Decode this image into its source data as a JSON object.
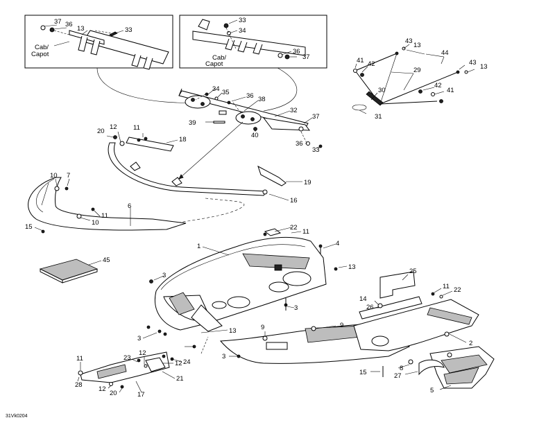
{
  "inset_left": {
    "caption_line1": "Cab/",
    "caption_line2": "Capot",
    "callouts": [
      "37",
      "36",
      "13",
      "33"
    ]
  },
  "inset_right": {
    "caption_line1": "Cab/",
    "caption_line2": "Capot",
    "callouts": [
      "33",
      "34",
      "36",
      "37"
    ]
  },
  "callouts": [
    {
      "text": "43"
    },
    {
      "text": "13"
    },
    {
      "text": "44"
    },
    {
      "text": "41"
    },
    {
      "text": "42"
    },
    {
      "text": "29"
    },
    {
      "text": "43"
    },
    {
      "text": "13"
    },
    {
      "text": "42"
    },
    {
      "text": "41"
    },
    {
      "text": "30"
    },
    {
      "text": "31"
    },
    {
      "text": "34"
    },
    {
      "text": "35"
    },
    {
      "text": "36"
    },
    {
      "text": "38"
    },
    {
      "text": "32"
    },
    {
      "text": "37"
    },
    {
      "text": "39"
    },
    {
      "text": "40"
    },
    {
      "text": "36"
    },
    {
      "text": "33"
    },
    {
      "text": "20"
    },
    {
      "text": "12"
    },
    {
      "text": "11"
    },
    {
      "text": "18"
    },
    {
      "text": "10"
    },
    {
      "text": "7"
    },
    {
      "text": "19"
    },
    {
      "text": "16"
    },
    {
      "text": "6"
    },
    {
      "text": "11"
    },
    {
      "text": "10"
    },
    {
      "text": "15"
    },
    {
      "text": "22"
    },
    {
      "text": "11"
    },
    {
      "text": "4"
    },
    {
      "text": "1"
    },
    {
      "text": "45"
    },
    {
      "text": "13"
    },
    {
      "text": "3"
    },
    {
      "text": "25"
    },
    {
      "text": "3"
    },
    {
      "text": "14"
    },
    {
      "text": "11"
    },
    {
      "text": "22"
    },
    {
      "text": "26"
    },
    {
      "text": "9"
    },
    {
      "text": "9"
    },
    {
      "text": "13"
    },
    {
      "text": "3"
    },
    {
      "text": "2"
    },
    {
      "text": "3"
    },
    {
      "text": "11"
    },
    {
      "text": "23"
    },
    {
      "text": "12"
    },
    {
      "text": "12"
    },
    {
      "text": "24"
    },
    {
      "text": "8"
    },
    {
      "text": "27"
    },
    {
      "text": "15"
    },
    {
      "text": "21"
    },
    {
      "text": "28"
    },
    {
      "text": "12"
    },
    {
      "text": "20"
    },
    {
      "text": "17"
    },
    {
      "text": "5"
    }
  ],
  "footer_code": "31Vk0204"
}
